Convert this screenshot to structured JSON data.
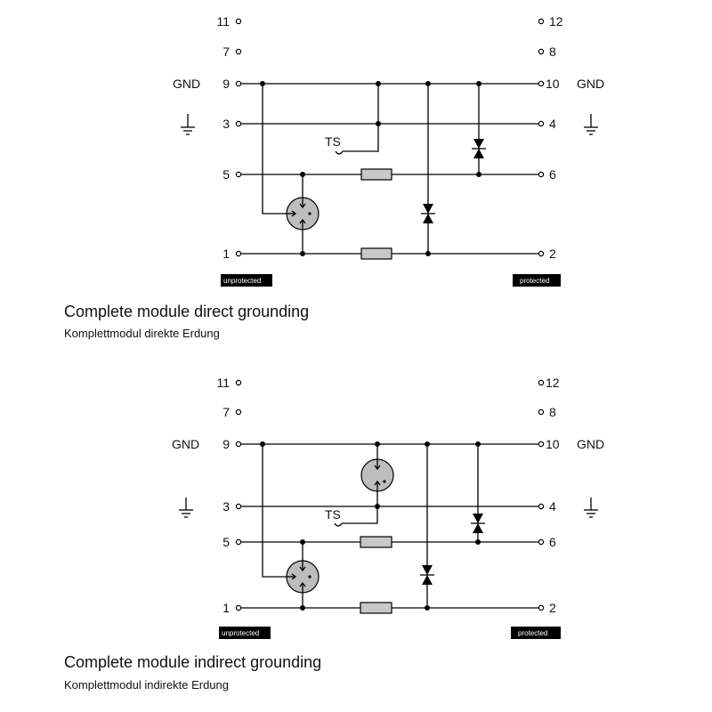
{
  "circuits": [
    {
      "pins": {
        "p11": "11",
        "p7": "7",
        "p9": "9",
        "p3": "3",
        "p5": "5",
        "p1": "1",
        "p12": "12",
        "p8": "8",
        "p10": "10",
        "p4": "4",
        "p6": "6",
        "p2": "2"
      },
      "gnd_left": "GND",
      "gnd_right": "GND",
      "ts": "TS",
      "unprotected": "unprotected",
      "protected": "protected",
      "caption_en": "Complete module direct grounding",
      "caption_de": "Komplettmodul direkte Erdung"
    },
    {
      "pins": {
        "p11": "11",
        "p7": "7",
        "p9": "9",
        "p3": "3",
        "p5": "5",
        "p1": "1",
        "p12": "12",
        "p8": "8",
        "p10": "10",
        "p4": "4",
        "p6": "6",
        "p2": "2"
      },
      "gnd_left": "GND",
      "gnd_right": "GND",
      "ts": "TS",
      "unprotected": "unprotected",
      "protected": "protected",
      "caption_en": "Complete module indirect grounding",
      "caption_de": "Komplettmodul indirekte Erdung"
    }
  ]
}
